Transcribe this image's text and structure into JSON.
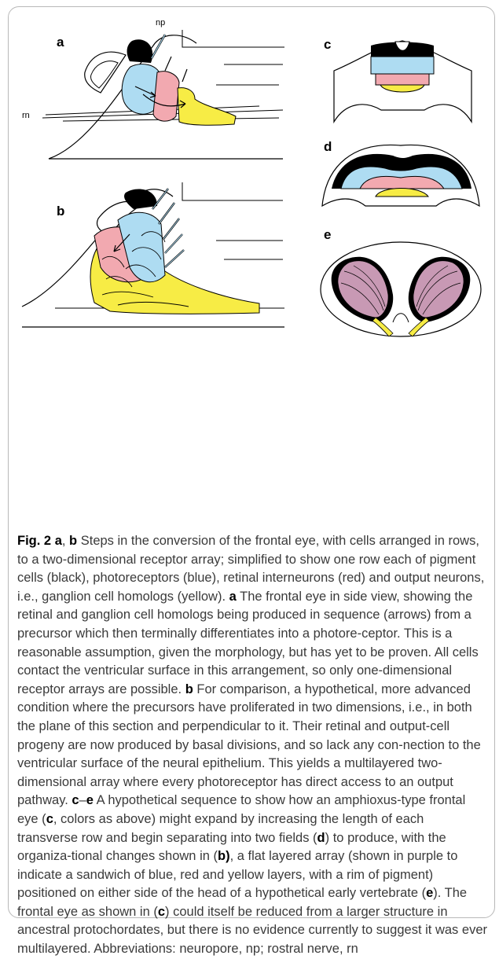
{
  "figure": {
    "panel_labels": {
      "a": "a",
      "b": "b",
      "c": "c",
      "d": "d",
      "e": "e"
    },
    "abbreviation_labels": {
      "np": "np",
      "rn": "rn"
    },
    "colors": {
      "pigment": "#000000",
      "photoreceptor": "#aedcf2",
      "interneuron": "#f2a9b0",
      "output_neuron": "#f7ec45",
      "flat_array": "#c899b4"
    }
  },
  "caption": {
    "label": "Fig. 2",
    "segments": [
      {
        "text": "a",
        "bold": true
      },
      {
        "text": ", ",
        "bold": false
      },
      {
        "text": "b",
        "bold": true
      },
      {
        "text": " Steps in the conversion of the frontal eye, with cells arranged in rows, to a two-dimensional receptor array; simplified to show one row each of pigment cells (black), photoreceptors (blue), retinal interneurons (red) and output neurons, i.e., ganglion cell homologs (yellow). ",
        "bold": false
      },
      {
        "text": "a",
        "bold": true
      },
      {
        "text": " The frontal eye in side view, showing the retinal and ganglion cell homologs being produced in sequence (arrows) from a precursor which then terminally differentiates into a photore-ceptor. This is a reasonable assumption, given the morphology, but has yet to be proven. All cells contact the ventricular surface in this arrangement, so only one-dimensional receptor arrays are possible. ",
        "bold": false
      },
      {
        "text": "b",
        "bold": true
      },
      {
        "text": " For comparison, a hypothetical, more advanced condition where the precursors have proliferated in two dimensions, i.e., in both the plane of this section and perpendicular to it. Their retinal and output-cell progeny are now produced by basal divisions, and so lack any con-nection to the ventricular surface of the neural epithelium. This yields a multilayered two-dimensional array where every photoreceptor has direct access to an output pathway. ",
        "bold": false
      },
      {
        "text": "c",
        "bold": true
      },
      {
        "text": "–",
        "bold": false
      },
      {
        "text": "e",
        "bold": true
      },
      {
        "text": " A hypothetical sequence to show how an amphioxus-type frontal eye (",
        "bold": false
      },
      {
        "text": "c",
        "bold": true
      },
      {
        "text": ", colors as above) might expand by increasing the length of each transverse row and begin separating into two fields (",
        "bold": false
      },
      {
        "text": "d",
        "bold": true
      },
      {
        "text": ") to produce, with the organiza-tional changes shown in (",
        "bold": false
      },
      {
        "text": "b)",
        "bold": true
      },
      {
        "text": ", a flat layered array (shown in purple to indicate a sandwich of blue, red and yellow layers, with a rim of pigment) positioned on either side of the head of a hypothetical early vertebrate (",
        "bold": false
      },
      {
        "text": "e",
        "bold": true
      },
      {
        "text": "). The frontal eye as shown in (",
        "bold": false
      },
      {
        "text": "c",
        "bold": true
      },
      {
        "text": ") could itself be reduced from a larger structure in ancestral protochordates, but there is no evidence currently to suggest it was ever multilayered. Abbreviations: neuropore, np; rostral nerve, rn",
        "bold": false
      }
    ]
  }
}
